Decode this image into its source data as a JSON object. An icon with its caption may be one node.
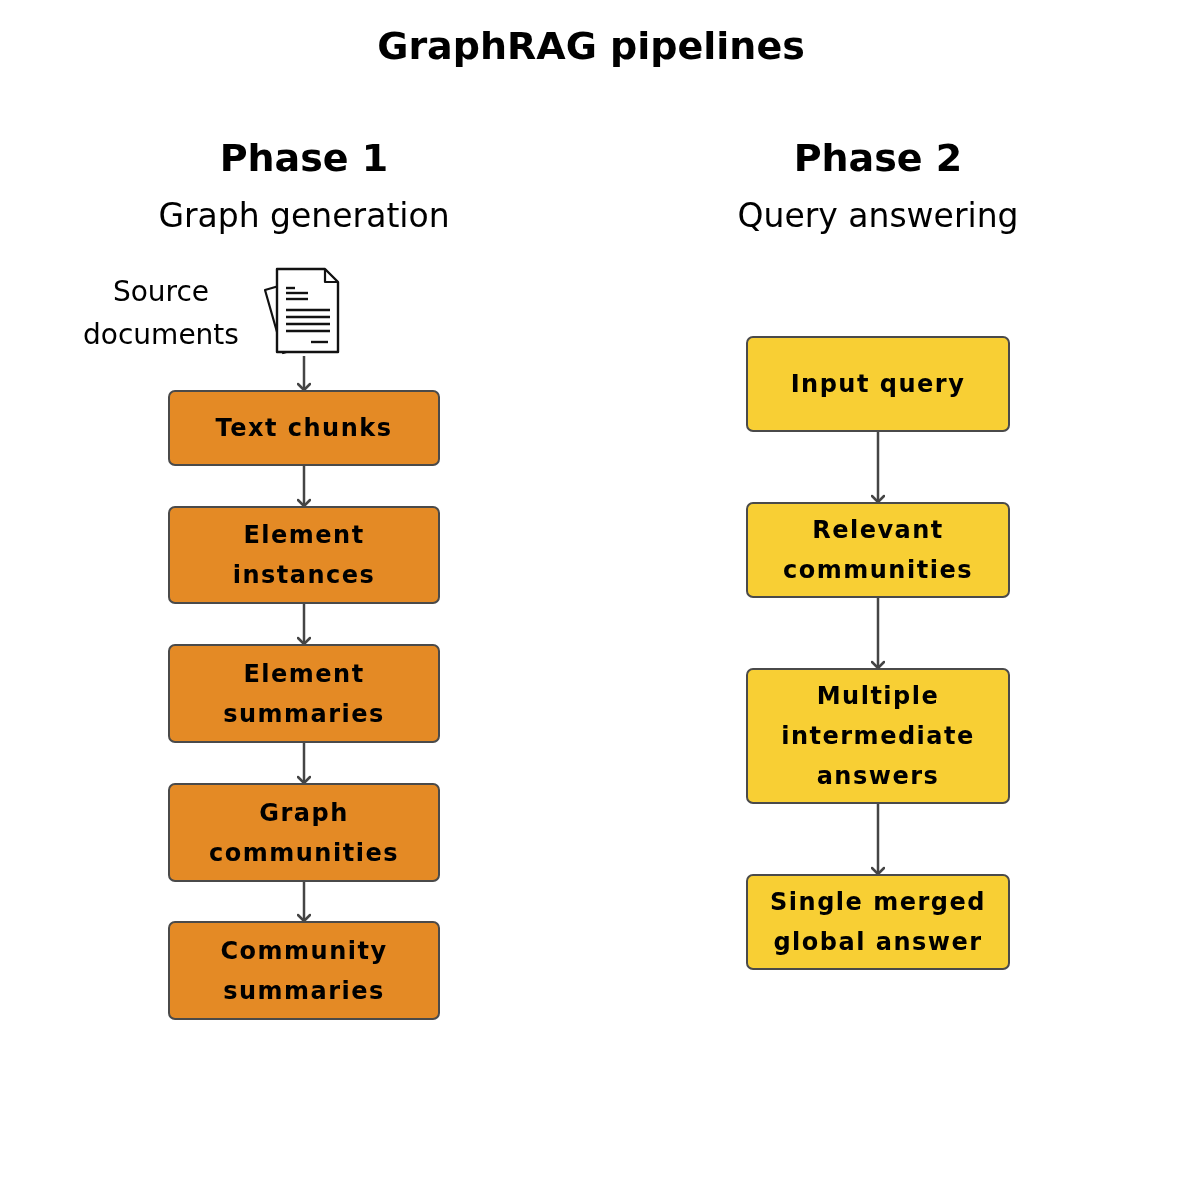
{
  "diagram": {
    "title": "GraphRAG pipelines",
    "nodes": [
      {
        "text": [],
        "shape": "picture",
        "beside": [
          "Source documents"
        ]
      },
      {
        "text": [
          "Text chunks"
        ]
      },
      {
        "text": [
          "Element instances"
        ]
      },
      {
        "text": [
          "Element summaries"
        ]
      },
      {
        "text": [
          "Graph communities"
        ]
      },
      {
        "text": [
          "Community summaries"
        ]
      },
      {
        "text": [
          "Input query"
        ]
      },
      {
        "text": [
          "Relevant communities"
        ]
      },
      {
        "text": [
          "Multiple intermediate answers"
        ]
      },
      {
        "text": [
          "Single merged global answer"
        ]
      }
    ],
    "edges": [
      {
        "from": 0,
        "to": 1,
        "arrow": "to"
      },
      {
        "from": 1,
        "to": 2,
        "arrow": "to"
      },
      {
        "from": 2,
        "to": 3,
        "arrow": "to"
      },
      {
        "from": 3,
        "to": 4,
        "arrow": "to"
      },
      {
        "from": 4,
        "to": 5,
        "arrow": "to"
      },
      {
        "from": 6,
        "to": 7,
        "arrow": "to"
      },
      {
        "from": 7,
        "to": 8,
        "arrow": "to"
      },
      {
        "from": 8,
        "to": 9,
        "arrow": "to"
      }
    ],
    "labels": [
      "Phase 1",
      "Graph generation",
      "Phase 2",
      "Query answering"
    ]
  }
}
